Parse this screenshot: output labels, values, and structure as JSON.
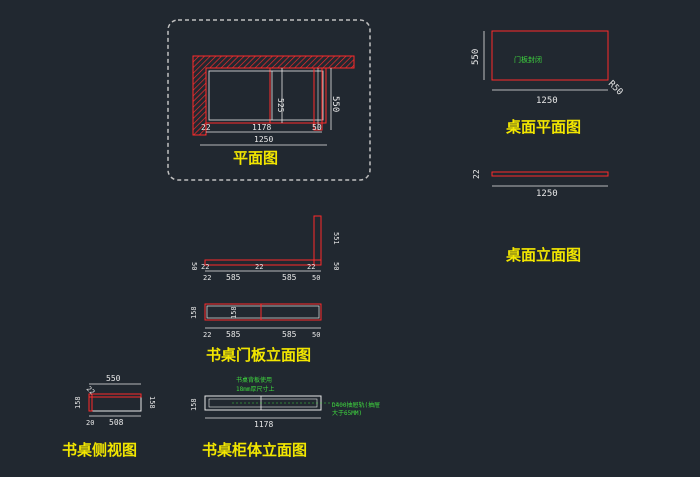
{
  "titles": {
    "plan": "平面图",
    "top_plan": "桌面平面图",
    "top_elev": "桌面立面图",
    "door_elev": "书桌门板立面图",
    "side_view": "书桌侧视图",
    "cabinet_elev": "书桌柜体立面图"
  },
  "plan": {
    "d1250": "1250",
    "d525": "525",
    "d550": "550",
    "d22": "22",
    "d1178": "1178",
    "d50": "50"
  },
  "top_plan": {
    "note": "门板封闭",
    "d550": "550",
    "d1250": "1250",
    "radius": "R50"
  },
  "top_elev": {
    "d22": "22",
    "d1250": "1250"
  },
  "door_elev": {
    "d551": "551",
    "d50": "50",
    "d22": "22",
    "d585": "585",
    "d158": "158"
  },
  "side_view": {
    "d550": "550",
    "d22": "22",
    "d158": "158",
    "d20": "20",
    "d508": "508"
  },
  "cabinet_elev": {
    "note1": "书桌背板使用",
    "note2": "18mm厚尺寸上",
    "note3": "D400抽屉轨(抽屉",
    "note4": "大于65MM)",
    "d158": "158",
    "d1178": "1178"
  },
  "colors": {
    "background": "#212830",
    "outline": "#e8e8e8",
    "red": "#ff2a2a",
    "yellow": "#f2e600",
    "green": "#3fd93f",
    "frame": "#bfbfbf"
  }
}
